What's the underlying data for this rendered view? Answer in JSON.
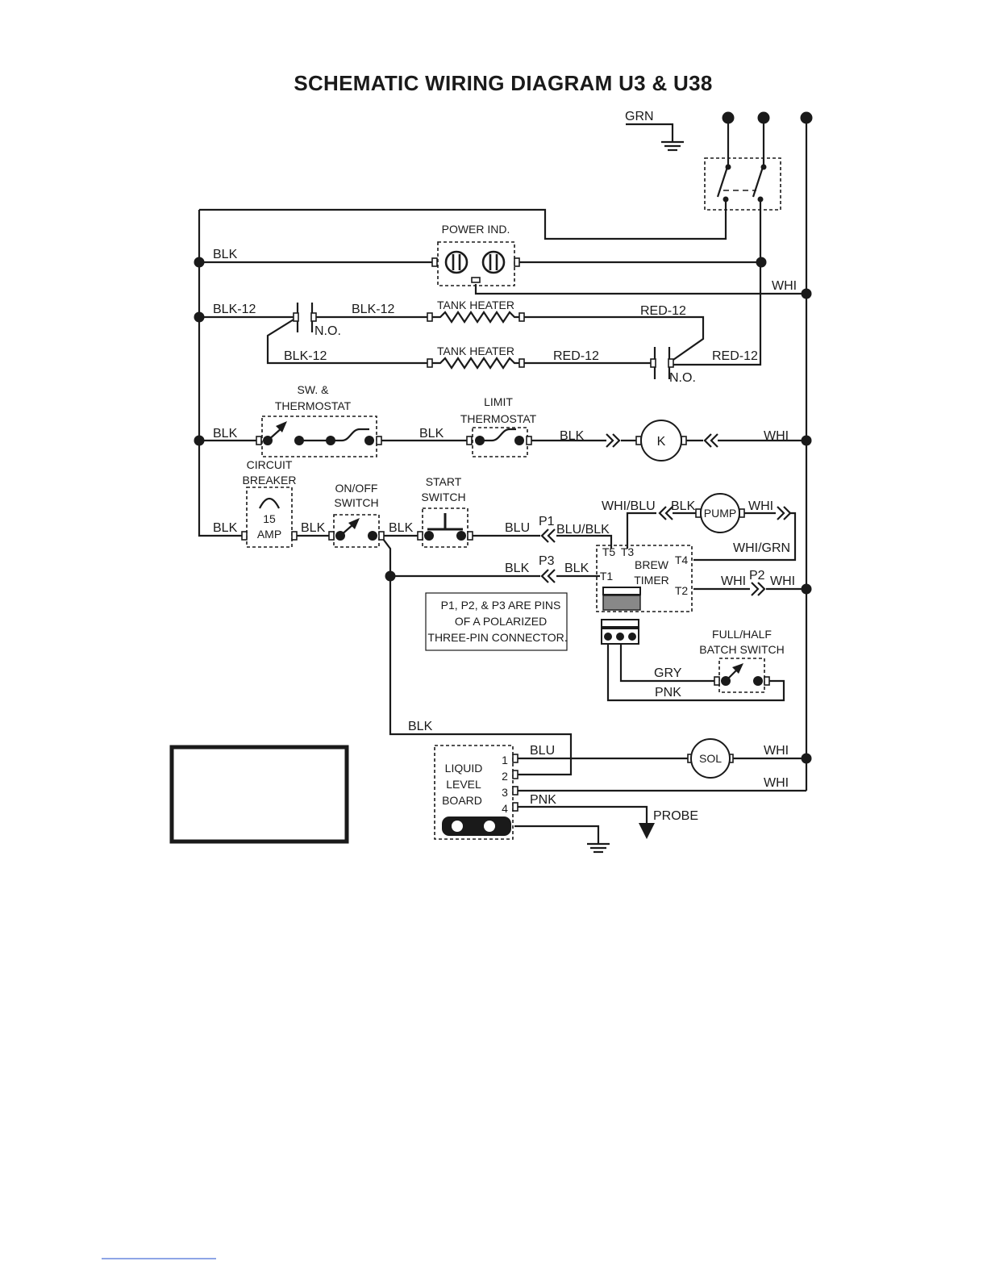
{
  "title": "SCHEMATIC WIRING DIAGRAM U3 & U38",
  "wire_labels": {
    "grn": "GRN",
    "blk_power": "BLK",
    "whi_power": "WHI",
    "blk12_a": "BLK-12",
    "blk12_b": "BLK-12",
    "blk12_c": "BLK-12",
    "red12_a": "RED-12",
    "red12_b": "RED-12",
    "red12_c": "RED-12",
    "no_a": "N.O.",
    "no_b": "N.O.",
    "blk_sw_a": "BLK",
    "blk_sw_b": "BLK",
    "blk_sw_c": "BLK",
    "whi_k": "WHI",
    "blk_cb_a": "BLK",
    "blk_cb_b": "BLK",
    "blk_cb_c": "BLK",
    "blu_start": "BLU",
    "p1": "P1",
    "blu_blk": "BLU/BLK",
    "whi_blu": "WHI/BLU",
    "blk_pump": "BLK",
    "whi_pump": "WHI",
    "whi_grn": "WHI/GRN",
    "blk_p3_a": "BLK",
    "p3": "P3",
    "blk_p3_b": "BLK",
    "whi_t2": "WHI",
    "p2": "P2",
    "whi_t2_b": "WHI",
    "gry": "GRY",
    "pnk_batch": "PNK",
    "blk_lower": "BLK",
    "blu_sol": "BLU",
    "whi_sol": "WHI",
    "whi_board": "WHI",
    "pnk_probe": "PNK",
    "probe": "PROBE"
  },
  "components": {
    "power_ind": "POWER IND.",
    "tank_heater_a": "TANK HEATER",
    "tank_heater_b": "TANK HEATER",
    "sw_thermostat_l1": "SW. &",
    "sw_thermostat_l2": "THERMOSTAT",
    "limit_l1": "LIMIT",
    "limit_l2": "THERMOSTAT",
    "k": "K",
    "circuit_l1": "CIRCUIT",
    "circuit_l2": "BREAKER",
    "amp_l1": "15",
    "amp_l2": "AMP",
    "onoff_l1": "ON/OFF",
    "onoff_l2": "SWITCH",
    "start_l1": "START",
    "start_l2": "SWITCH",
    "pump": "PUMP",
    "brew_l1": "BREW",
    "brew_l2": "TIMER",
    "t5": "T5",
    "t3": "T3",
    "t4": "T4",
    "t1": "T1",
    "t2": "T2",
    "batch_l1": "FULL/HALF",
    "batch_l2": "BATCH SWITCH",
    "sol": "SOL",
    "liquid_l1": "LIQUID",
    "liquid_l2": "LEVEL",
    "liquid_l3": "BOARD",
    "pin1": "1",
    "pin2": "2",
    "pin3": "3",
    "pin4": "4"
  },
  "note": {
    "line1": "P1, P2, & P3 ARE PINS",
    "line2": "OF A POLARIZED",
    "line3": "THREE-PIN CONNECTOR."
  }
}
